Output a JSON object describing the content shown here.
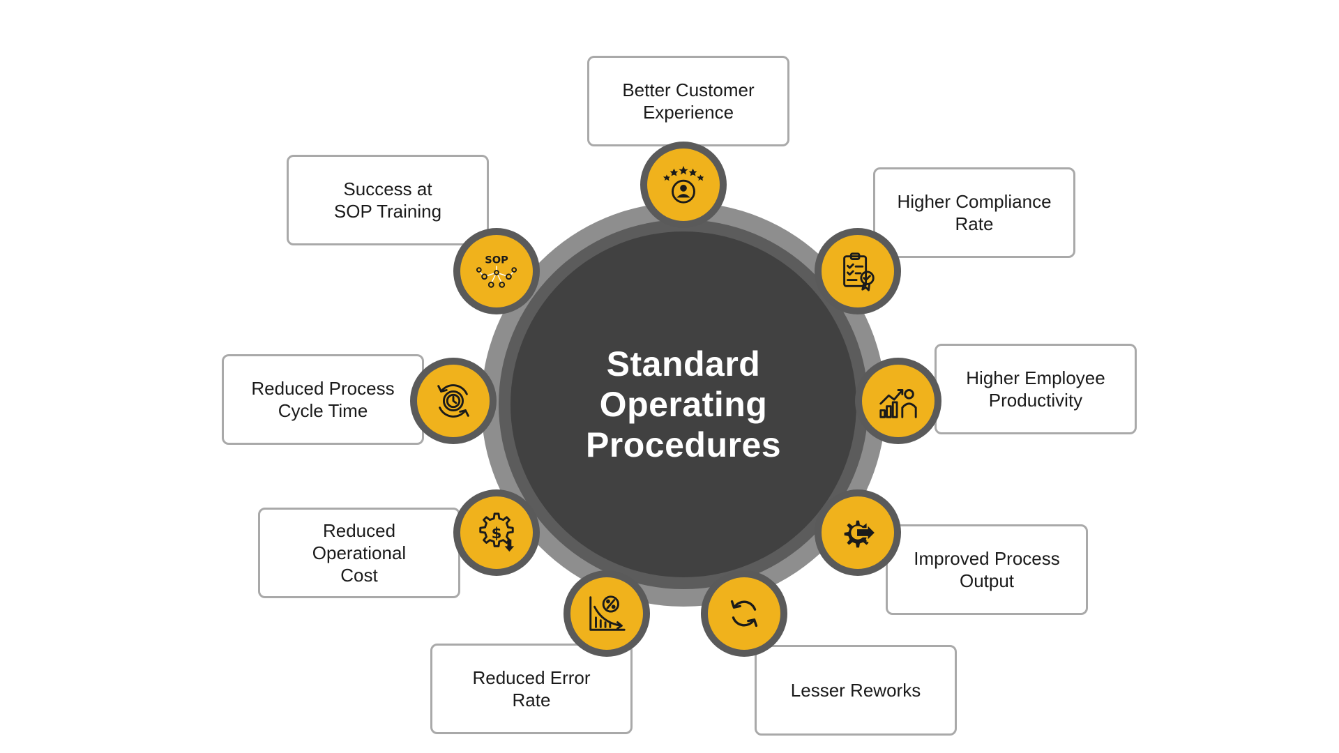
{
  "center": {
    "title": "Standard\nOperating\nProcedures"
  },
  "benefits": [
    {
      "label": "Better Customer\nExperience",
      "icon": "customer-rating-icon"
    },
    {
      "label": "Higher Compliance\nRate",
      "icon": "compliance-checklist-icon"
    },
    {
      "label": "Higher Employee\nProductivity",
      "icon": "employee-growth-icon"
    },
    {
      "label": "Improved Process\nOutput",
      "icon": "gear-arrow-icon"
    },
    {
      "label": "Lesser Reworks",
      "icon": "refresh-cycle-icon"
    },
    {
      "label": "Reduced Error\nRate",
      "icon": "declining-percentage-chart-icon"
    },
    {
      "label": "Reduced\nOperational\nCost",
      "icon": "gear-dollar-down-icon"
    },
    {
      "label": "Reduced Process\nCycle Time",
      "icon": "clock-cycle-icon"
    },
    {
      "label": "Success at\nSOP Training",
      "icon": "sop-network-icon",
      "icon_text": "SOP"
    }
  ],
  "colors": {
    "accent": "#f0b21c",
    "core": "#414141",
    "ring_outer": "#8e8e8e",
    "ring_mid": "#5c5c5c",
    "card_border": "#a9a9a9"
  }
}
